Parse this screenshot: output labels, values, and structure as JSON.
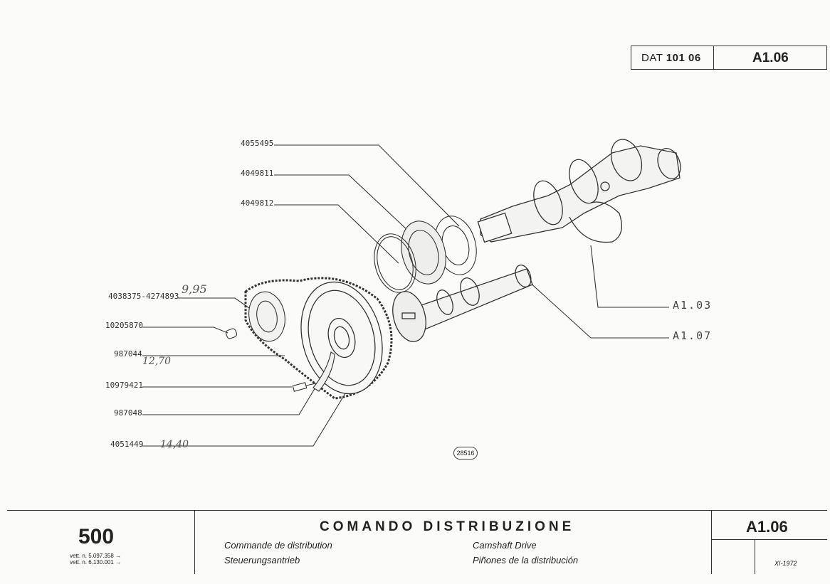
{
  "header": {
    "dat_prefix": "DAT",
    "dat_number": "101 06",
    "code": "A1.06"
  },
  "part_labels": [
    "4055495",
    "4049811",
    "4049812",
    "4038375-4274893",
    "10205870",
    "987044",
    "10979421",
    "987048",
    "4051449"
  ],
  "handwritten": [
    "9,95",
    "12,70",
    "14,40"
  ],
  "cross_refs": [
    "A1.03",
    "A1.07"
  ],
  "figure_number": "28516",
  "footer": {
    "model": "500",
    "vett_1": "vett. n. 5.097.358 →",
    "vett_2": "vett. n. 6.130.001 →",
    "title_it": "COMANDO DISTRIBUZIONE",
    "title_fr": "Commande de distribution",
    "title_de": "Steuerungsantrieb",
    "title_en": "Camshaft Drive",
    "title_es": "Piñones de la distribución",
    "code": "A1.06",
    "date": "XI-1972"
  }
}
